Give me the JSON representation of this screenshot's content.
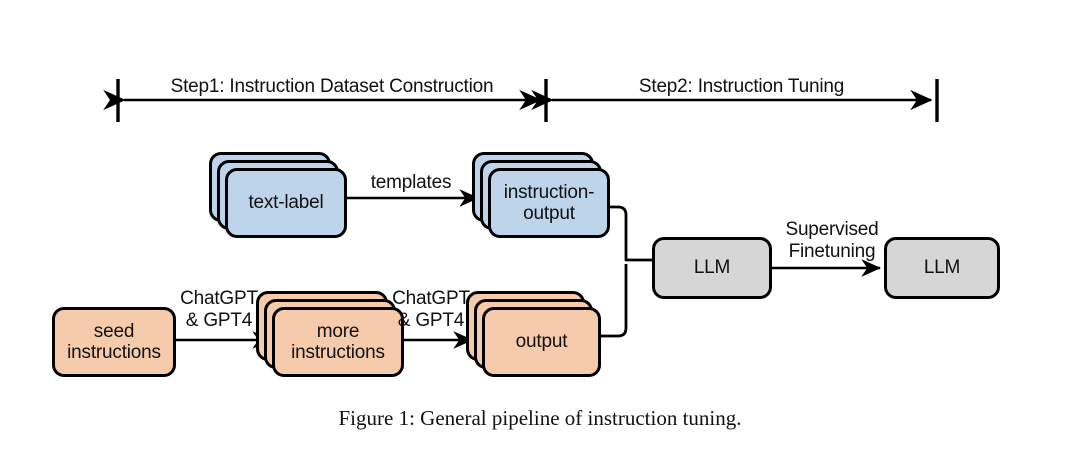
{
  "figure": {
    "caption": "Figure 1: General pipeline of instruction tuning."
  },
  "colors": {
    "blue_fill": "#bdd4ea",
    "orange_fill": "#f6cbab",
    "gray_fill": "#d6d6d6",
    "stroke": "#000000",
    "background": "#ffffff"
  },
  "phases": [
    {
      "id": "step1",
      "label": "Step1: Instruction Dataset Construction"
    },
    {
      "id": "step2",
      "label": "Step2: Instruction Tuning"
    }
  ],
  "nodes": [
    {
      "id": "text-label",
      "label": "text-label",
      "kind": "stack",
      "fill": "blue"
    },
    {
      "id": "instruction-output",
      "label": "instruction-\noutput",
      "kind": "stack",
      "fill": "blue"
    },
    {
      "id": "seed-instructions",
      "label": "seed\ninstructions",
      "kind": "single",
      "fill": "orange"
    },
    {
      "id": "more-instructions",
      "label": "more\ninstructions",
      "kind": "stack",
      "fill": "orange"
    },
    {
      "id": "output",
      "label": "output",
      "kind": "stack",
      "fill": "orange"
    },
    {
      "id": "llm-base",
      "label": "LLM",
      "kind": "single",
      "fill": "gray"
    },
    {
      "id": "llm-tuned",
      "label": "LLM",
      "kind": "single",
      "fill": "gray"
    }
  ],
  "edge_labels": [
    {
      "id": "templates",
      "text": "templates"
    },
    {
      "id": "chatgpt-gpt4-1",
      "text": "ChatGPT\n& GPT4"
    },
    {
      "id": "chatgpt-gpt4-2",
      "text": "ChatGPT\n& GPT4"
    },
    {
      "id": "supervised-finetuning",
      "text": "Supervised\nFinetuning"
    }
  ]
}
